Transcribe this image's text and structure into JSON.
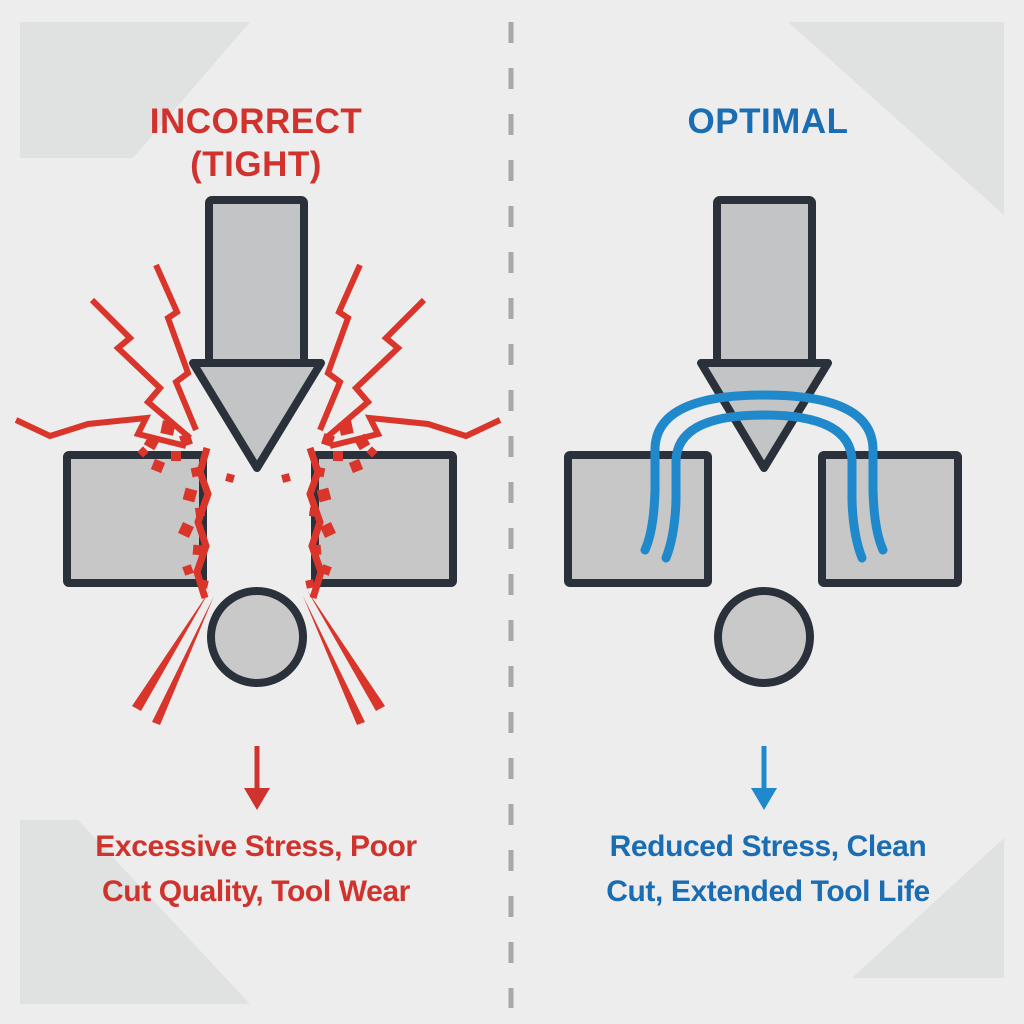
{
  "colors": {
    "bg": "#ecedec",
    "corner": "#e0e1e1",
    "outline": "#2b313a",
    "arrow-fill": "#c3c4c5",
    "block-fill": "#c7c7c7",
    "circle-fill": "#c9c9c9",
    "divider": "#a8a8a8",
    "red": "#d0322e",
    "red-bright": "#da352b",
    "blue": "#1a6db3",
    "blue-line": "#2089cc"
  },
  "left_panel": {
    "title_line1": "INCORRECT",
    "title_line2": "(TIGHT)",
    "caption_line1": "Excessive Stress, Poor",
    "caption_line2": "Cut Quality, Tool Wear"
  },
  "right_panel": {
    "title": "OPTIMAL",
    "caption_line1": "Reduced Stress, Clean",
    "caption_line2": "Cut, Extended Tool Life"
  }
}
